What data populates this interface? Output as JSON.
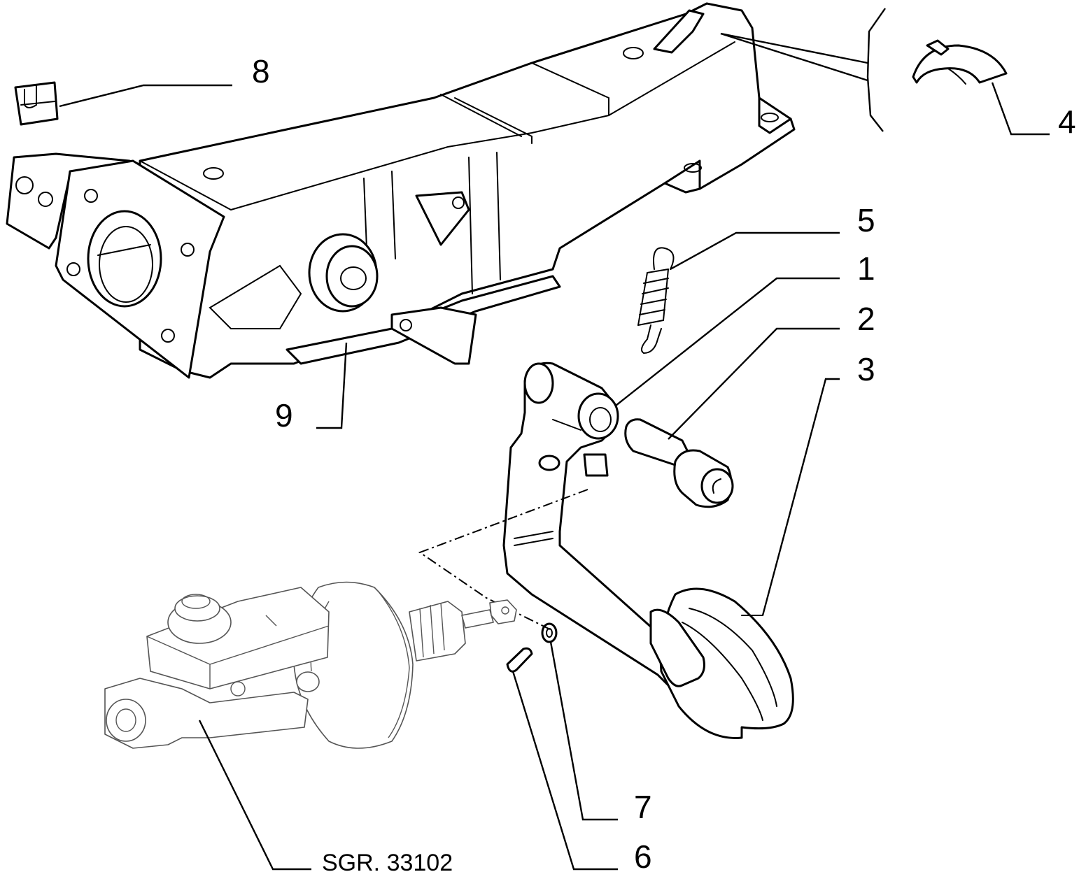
{
  "diagram": {
    "callouts": [
      {
        "id": "c1",
        "label": "1"
      },
      {
        "id": "c2",
        "label": "2"
      },
      {
        "id": "c3",
        "label": "3"
      },
      {
        "id": "c4",
        "label": "4"
      },
      {
        "id": "c5",
        "label": "5"
      },
      {
        "id": "c6",
        "label": "6"
      },
      {
        "id": "c7",
        "label": "7"
      },
      {
        "id": "c8",
        "label": "8"
      },
      {
        "id": "c9",
        "label": "9"
      }
    ],
    "reference": "SGR. 33102"
  }
}
